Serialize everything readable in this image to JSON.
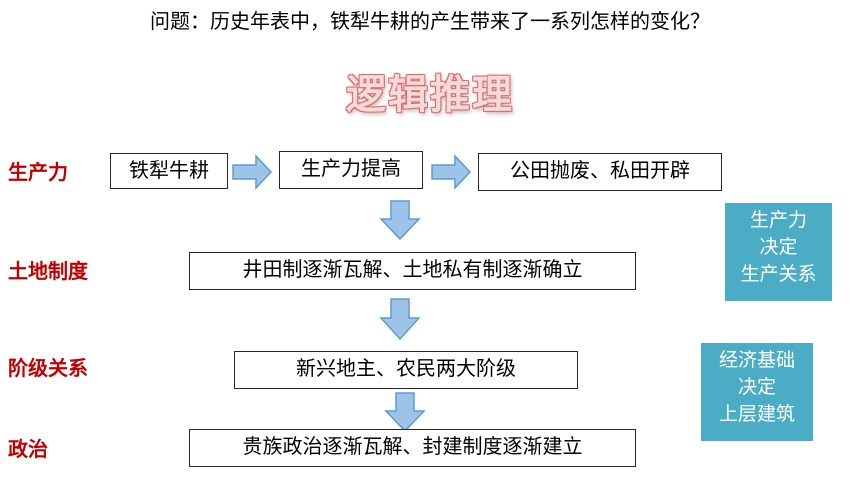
{
  "question": "问题：历史年表中，铁犁牛耕的产生带来了一系列怎样的变化？",
  "title": "逻辑推理",
  "sides": {
    "productivity": "生产力",
    "land": "土地制度",
    "class": "阶级关系",
    "politics": "政治"
  },
  "boxes": {
    "ox_plough": "铁犁牛耕",
    "productivity_up": "生产力提高",
    "fields": "公田抛废、私田开辟",
    "land_system": "井田制逐渐瓦解、土地私有制逐渐确立",
    "classes": "新兴地主、农民两大阶级",
    "political": "贵族政治逐渐瓦解、封建制度逐渐建立"
  },
  "notes": {
    "note1": [
      "生产力",
      "决定",
      "生产关系"
    ],
    "note2": [
      "经济基础",
      "决定",
      "上层建筑"
    ]
  },
  "colors": {
    "side_label": "#c00000",
    "note_bg": "#4bacc6",
    "arrow_fill": "#9dc3e6",
    "arrow_stroke": "#5b9bd5"
  }
}
